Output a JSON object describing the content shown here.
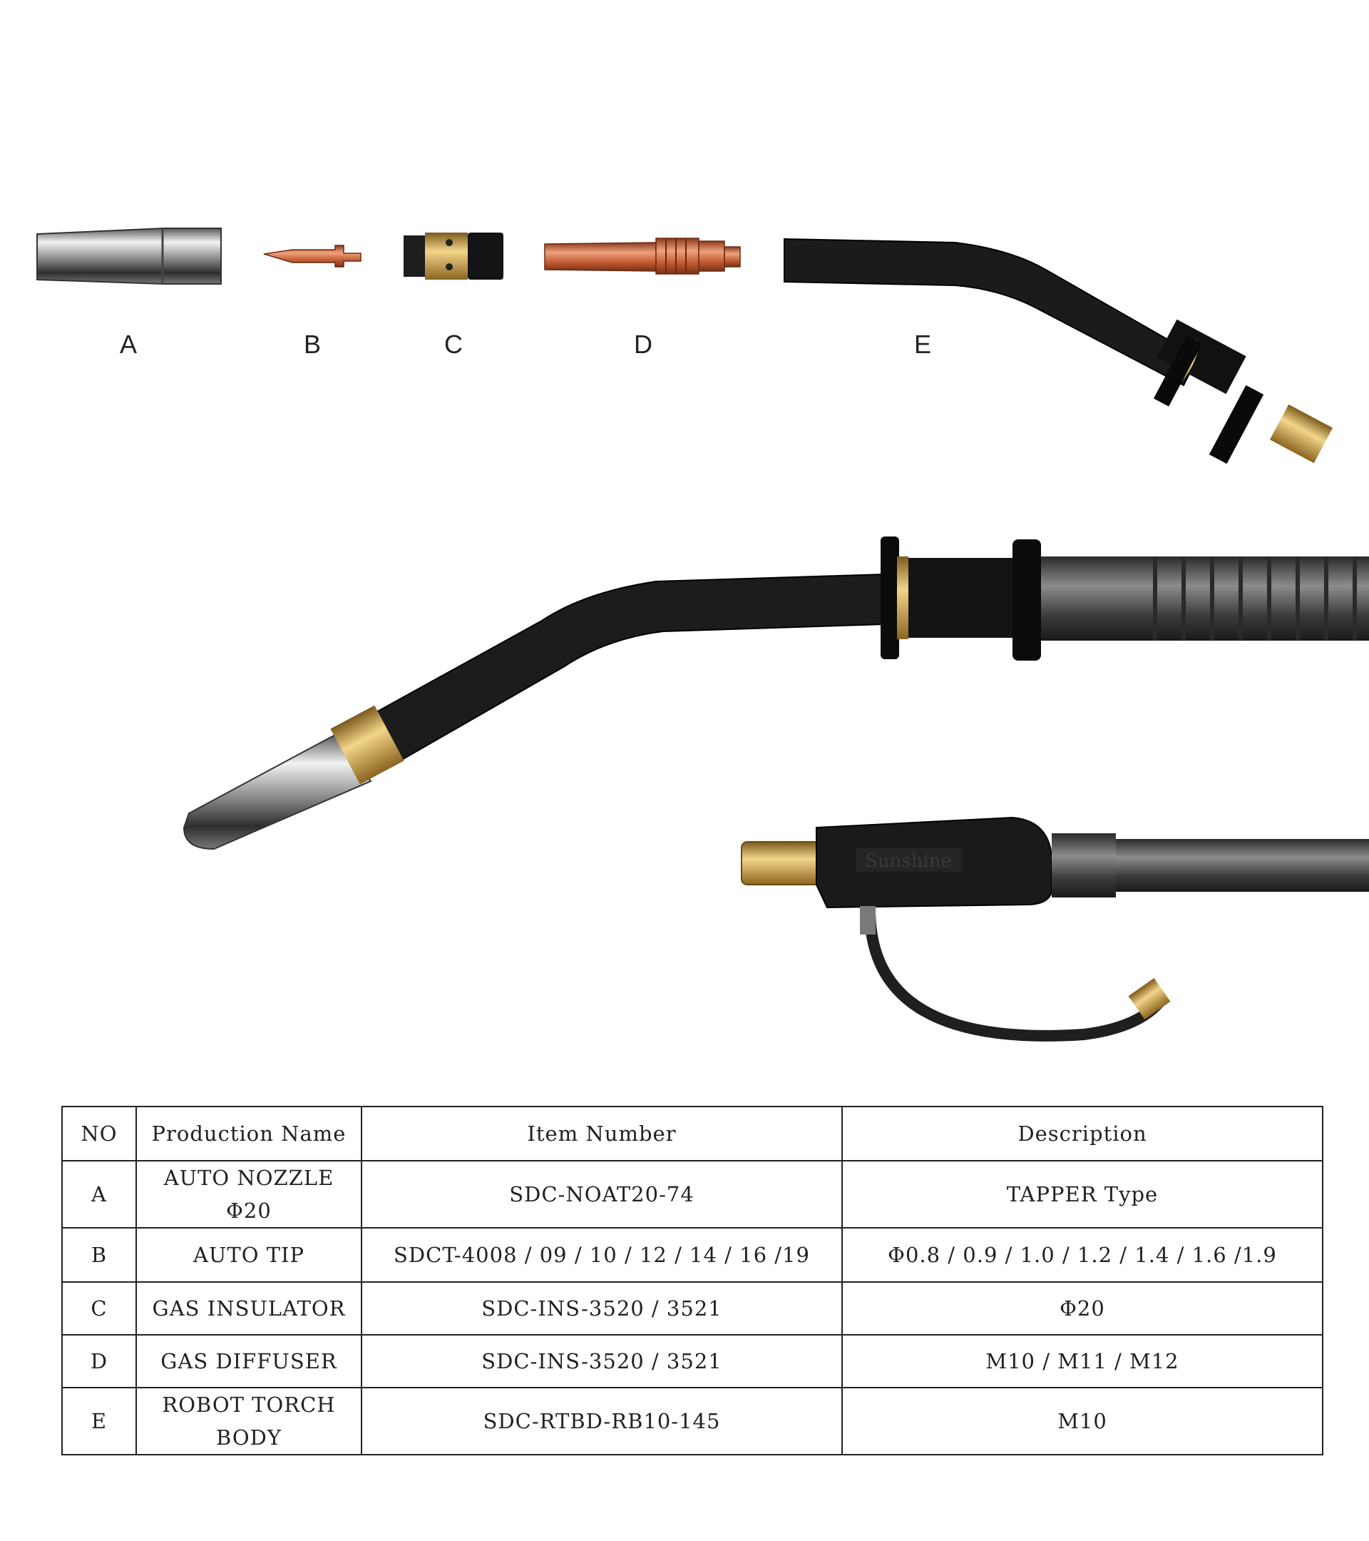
{
  "part_labels": [
    "A",
    "B",
    "C",
    "D",
    "E"
  ],
  "brand_engraving": "Sunshine",
  "table": {
    "headers": [
      "NO",
      "Production  Name",
      "Item  Number",
      "Description"
    ],
    "rows": [
      {
        "no": "A",
        "name": "AUTO NOZZLE Φ20",
        "item": "SDC-NOAT20-74",
        "desc": "TAPPER  Type"
      },
      {
        "no": "B",
        "name": "AUTO  TIP",
        "item": "SDCT-4008 / 09 / 10 / 12 / 14 / 16 /19",
        "desc": "Φ0.8 / 0.9 / 1.0 / 1.2 / 1.4 / 1.6 /1.9"
      },
      {
        "no": "C",
        "name": "GAS  INSULATOR",
        "item": "SDC-INS-3520 / 3521",
        "desc": "Φ20"
      },
      {
        "no": "D",
        "name": "GAS  DIFFUSER",
        "item": "SDC-INS-3520 / 3521",
        "desc": "M10 / M11 / M12"
      },
      {
        "no": "E",
        "name": "ROBOT  TORCH BODY",
        "item": "SDC-RTBD-RB10-145",
        "desc": "M10"
      }
    ]
  },
  "colors": {
    "copper": "#c8663f",
    "brass": "#c9a24a",
    "chrome": "#cfcfcf",
    "black": "#1b1b1b"
  }
}
